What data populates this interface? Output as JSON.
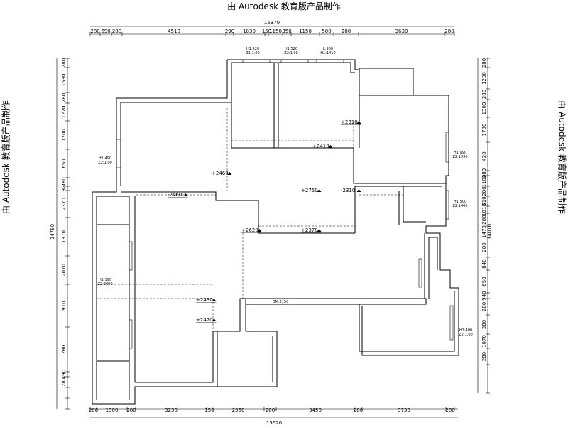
{
  "watermark": "由 Autodesk 教育版产品制作",
  "dims": {
    "top_total": "15370",
    "top": [
      "280",
      "690",
      "280",
      "4510",
      "290",
      "1830",
      "150",
      "1150",
      "350",
      "1150",
      "500",
      "280",
      "3630",
      "280"
    ],
    "bottom_total": "15620",
    "bottom": [
      "280",
      "1300",
      "280",
      "3230",
      "150",
      "2360",
      "280",
      "3450",
      "280",
      "3730",
      "280"
    ],
    "left_total": "14780",
    "left": [
      "280",
      "1530",
      "280",
      "1270",
      "1700",
      "650",
      "280",
      "1920",
      "2370",
      "1370",
      "2070",
      "910",
      "280",
      "490",
      "280"
    ],
    "right_total": "14010",
    "right": [
      "280",
      "1230",
      "280",
      "1300",
      "1730",
      "420",
      "280",
      "1100",
      "280",
      "510",
      "1010",
      "280",
      "1470",
      "280",
      "840",
      "650",
      "940",
      "280",
      "380",
      "1070",
      "280"
    ]
  },
  "levels": [
    "+2310",
    "+2410",
    "+2460",
    "-2460",
    "+2750",
    "-2310",
    "+2620",
    "+2370",
    "+2430",
    "+2470"
  ],
  "tags": [
    "H1:520\nZ1:1.00",
    "H1:520\nZ2:1.00",
    "L:960\nH1:1410",
    "H1:490\nZ2:1.00",
    "H1:990\nZ2:1990",
    "H1:500\nZ2:1400",
    "H1:190\nZ2:2000",
    "H1:400\nZ2:1.00",
    "DM:2150"
  ]
}
